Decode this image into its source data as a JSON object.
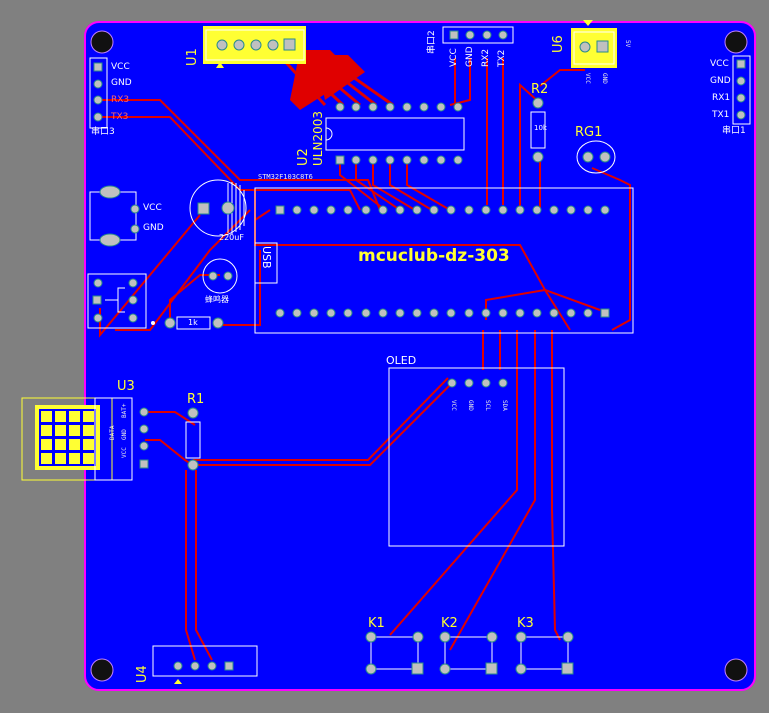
{
  "board": {
    "title": "mcuclub-dz-303",
    "colors": {
      "outside": "#808080",
      "board": "#0000ff",
      "outline": "#ff00ff",
      "trace": "#e00000",
      "silk": "#ffff33",
      "pad": "#c0c0c0",
      "hole": "#2e8b8b"
    }
  },
  "components": {
    "u1": "U1",
    "u2": "U2",
    "u2_part": "ULN2003",
    "u3": "U3",
    "u4": "U4",
    "u6": "U6",
    "r1": "R1",
    "r2": "R2",
    "r2_value": "10k",
    "rg1": "RG1",
    "k1": "K1",
    "k2": "K2",
    "k3": "K3",
    "oled": "OLED",
    "usb": "USB",
    "cap_value": "220uF",
    "res_1k": "1k",
    "stm_label": "STM32F103C8T6",
    "port3": "串口3",
    "port2": "串口2",
    "port1": "串口1",
    "buzzer": "蜂鸣器",
    "u3_pins": [
      "BAT+",
      "GND",
      "VCC",
      "DATA"
    ]
  },
  "pins": {
    "left_header": [
      "VCC",
      "GND",
      "RX3",
      "TX3"
    ],
    "right_header": [
      "VCC",
      "GND",
      "RX1",
      "TX1"
    ],
    "top_header": [
      "VCC",
      "GND",
      "RX2",
      "TX2"
    ],
    "power": [
      "VCC",
      "GND"
    ],
    "oled_pins": [
      "VCC",
      "GND",
      "SCL",
      "SDA"
    ],
    "u6_pins": [
      "5V",
      "VCC",
      "GND"
    ]
  }
}
